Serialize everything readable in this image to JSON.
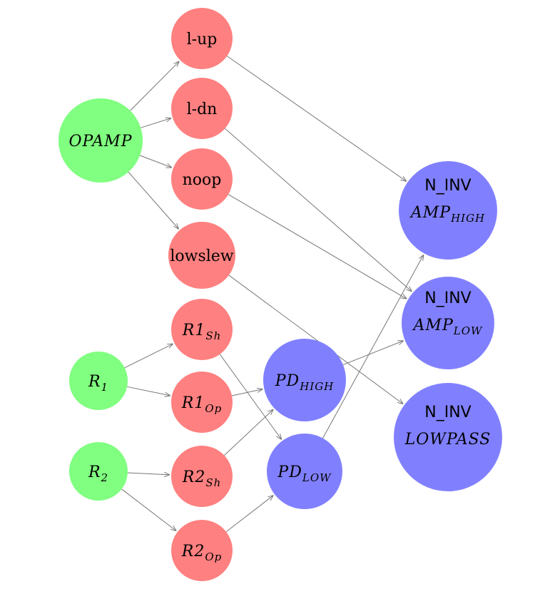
{
  "colors": {
    "green": "#80ff80",
    "red": "#ff8080",
    "blue": "#8080ff",
    "edge": "#777777"
  },
  "nodes": [
    {
      "id": "opamp",
      "main": "OPAMP",
      "sub": "",
      "italic": true,
      "color": "green"
    },
    {
      "id": "l-up",
      "main": "l-up",
      "sub": "",
      "italic": false,
      "color": "red"
    },
    {
      "id": "l-dn",
      "main": "l-dn",
      "sub": "",
      "italic": false,
      "color": "red"
    },
    {
      "id": "noop",
      "main": "noop",
      "sub": "",
      "italic": false,
      "color": "red"
    },
    {
      "id": "lowslew",
      "main": "lowslew",
      "sub": "",
      "italic": false,
      "color": "red"
    },
    {
      "id": "r1",
      "main": "R",
      "sub": "1",
      "italic": true,
      "color": "green"
    },
    {
      "id": "r2",
      "main": "R",
      "sub": "2",
      "italic": true,
      "color": "green"
    },
    {
      "id": "r1sh",
      "main": "R1",
      "sub": "Sh",
      "italic": true,
      "color": "red"
    },
    {
      "id": "r1op",
      "main": "R1",
      "sub": "Op",
      "italic": true,
      "color": "red"
    },
    {
      "id": "r2sh",
      "main": "R2",
      "sub": "Sh",
      "italic": true,
      "color": "red"
    },
    {
      "id": "r2op",
      "main": "R2",
      "sub": "Op",
      "italic": true,
      "color": "red"
    },
    {
      "id": "pdhigh",
      "main": "PD",
      "sub": "HIGH",
      "italic": true,
      "color": "blue"
    },
    {
      "id": "pdlow",
      "main": "PD",
      "sub": "LOW",
      "italic": true,
      "color": "blue"
    },
    {
      "id": "ninv-amp-high",
      "top": "N_INV",
      "main": "AMP",
      "sub": "HIGH",
      "italic": true,
      "color": "blue"
    },
    {
      "id": "ninv-amp-low",
      "top": "N_INV",
      "main": "AMP",
      "sub": "LOW",
      "italic": true,
      "color": "blue"
    },
    {
      "id": "ninv-lowpass",
      "top": "N_INV",
      "main": "LOWPASS",
      "sub": "",
      "italic": true,
      "color": "blue"
    }
  ],
  "edges": [
    {
      "from": "opamp",
      "to": "l-up"
    },
    {
      "from": "opamp",
      "to": "l-dn"
    },
    {
      "from": "opamp",
      "to": "noop"
    },
    {
      "from": "opamp",
      "to": "lowslew"
    },
    {
      "from": "l-up",
      "to": "ninv-amp-high"
    },
    {
      "from": "l-dn",
      "to": "ninv-amp-low"
    },
    {
      "from": "noop",
      "to": "ninv-amp-low"
    },
    {
      "from": "lowslew",
      "to": "ninv-lowpass"
    },
    {
      "from": "r1",
      "to": "r1sh"
    },
    {
      "from": "r1",
      "to": "r1op"
    },
    {
      "from": "r2",
      "to": "r2sh"
    },
    {
      "from": "r2",
      "to": "r2op"
    },
    {
      "from": "r1sh",
      "to": "pdlow"
    },
    {
      "from": "r1op",
      "to": "pdhigh"
    },
    {
      "from": "r2sh",
      "to": "pdhigh"
    },
    {
      "from": "r2op",
      "to": "pdlow"
    },
    {
      "from": "pdhigh",
      "to": "ninv-amp-low"
    },
    {
      "from": "pdlow",
      "to": "ninv-amp-high"
    }
  ]
}
